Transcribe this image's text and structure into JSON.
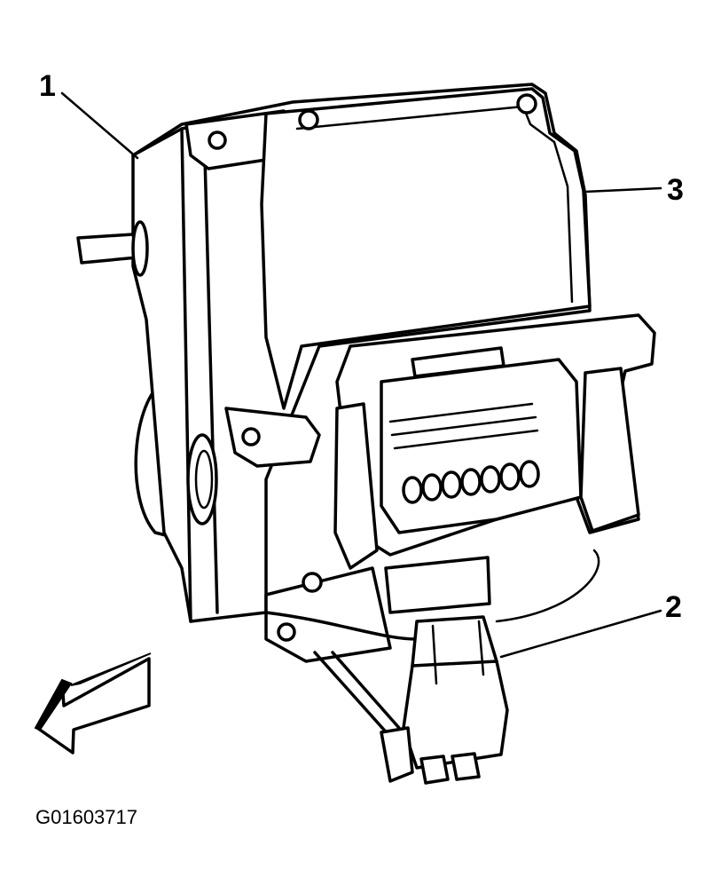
{
  "diagram": {
    "callouts": [
      {
        "id": "1",
        "text": "1"
      },
      {
        "id": "2",
        "text": "2"
      },
      {
        "id": "3",
        "text": "3"
      }
    ],
    "figure_id": "G01603717",
    "colors": {
      "line": "#000000",
      "background": "#ffffff"
    }
  }
}
